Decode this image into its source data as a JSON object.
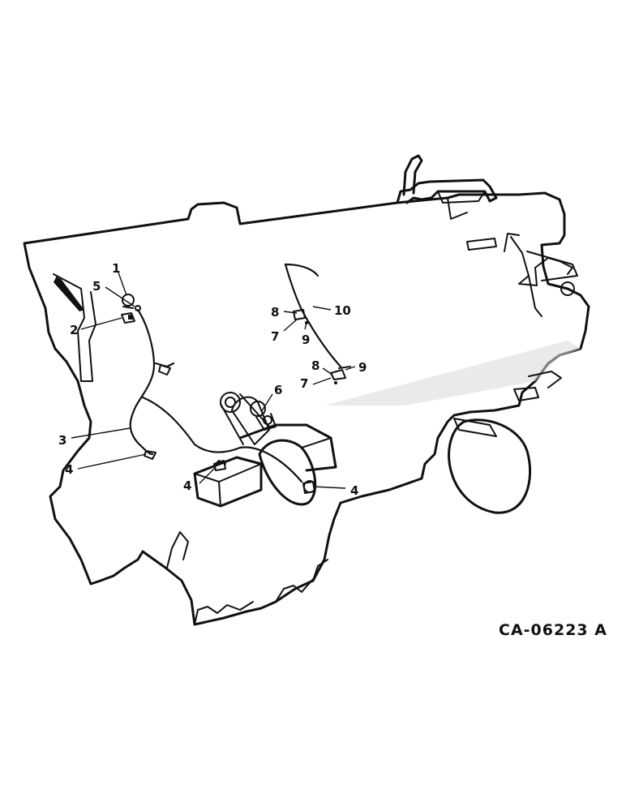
{
  "drawing_number": "CA-06223 A",
  "callouts": {
    "c1": "1",
    "c2": "2",
    "c3": "3",
    "c4a": "4",
    "c4b": "4",
    "c4c": "4",
    "c5": "5",
    "c6": "6",
    "c7a": "7",
    "c7b": "7",
    "c8a": "8",
    "c8b": "8",
    "c9a": "9",
    "c9b": "9",
    "c10": "10"
  }
}
